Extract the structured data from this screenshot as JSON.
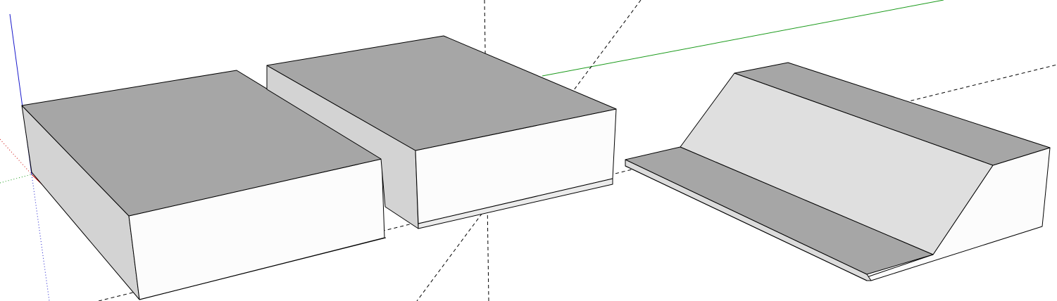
{
  "viewport": {
    "background": "#ffffff"
  },
  "colors": {
    "top_face": "#a6a6a6",
    "side_face": "#d3d3d3",
    "front_face": "#fcfcfc",
    "slope_face": "#dfdfdf",
    "edge": "#000000",
    "axis_red": "#cc0000",
    "axis_green": "#1a9a1a",
    "axis_blue": "#1a1acc",
    "guide_line": "#000000"
  },
  "objects": [
    {
      "name": "box-left",
      "kind": "extruded-block"
    },
    {
      "name": "box-middle",
      "kind": "extruded-block"
    },
    {
      "name": "ramp-right",
      "kind": "sloped-block"
    }
  ]
}
